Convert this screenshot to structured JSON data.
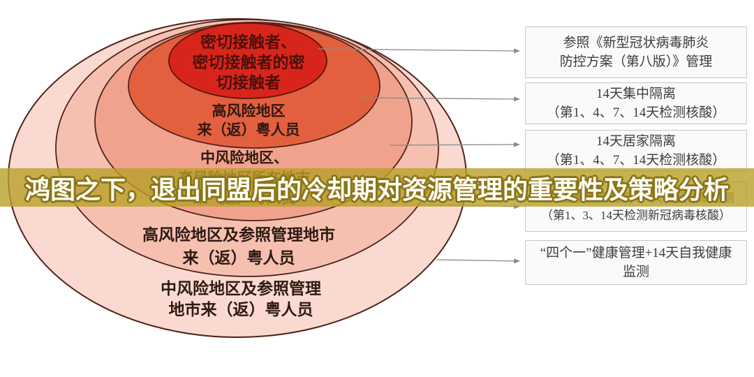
{
  "title": {
    "text": "鸿图之下，退出同盟后的冷却期对资源管理的重要性及策略分析"
  },
  "diagram": {
    "rings": [
      {
        "name": "close-contacts",
        "fill": "#d8251c",
        "lines": [
          "密切接触者、",
          "密切接触者的密",
          "切接触者"
        ]
      },
      {
        "name": "high-risk-area",
        "fill": "#e3603f",
        "lines": [
          "高风险地区",
          "来（返）粤人员"
        ]
      },
      {
        "name": "medium-risk-area",
        "fill": "#f0a28d",
        "lines": [
          "中风险地区、",
          "高风险地区所在地市",
          "来（返）粤人员"
        ]
      },
      {
        "name": "high-risk-city",
        "fill": "#f6c0b0",
        "lines": [
          "高风险地区及参照管理地市",
          "来（返）粤人员"
        ]
      },
      {
        "name": "medium-risk-city",
        "fill": "#fad9d0",
        "lines": [
          "中风险地区及参照管理",
          "地市来（返）粤人员"
        ]
      }
    ],
    "boxes": [
      {
        "lines": [
          "参照《新型冠状病毒肺炎",
          "防控方案（第八版）》管理"
        ]
      },
      {
        "lines": [
          "14天集中隔离",
          "（第1、4、7、14天检测核酸）"
        ]
      },
      {
        "lines": [
          "14天居家隔离",
          "（第1、4、7、14天检测核酸）"
        ]
      },
      {
        "lines": [
          "14天居家健康监测+14天自我健康监测",
          "（第1、3、14天检测新冠病毒核酸）"
        ]
      },
      {
        "lines": [
          "“四个一”健康管理+14天自我健康",
          "监测"
        ]
      }
    ]
  },
  "colors": {
    "banner_bg": "rgba(185,160,40,0.80)",
    "title_fill": "#fffef5",
    "title_outline": "#8a7518",
    "ring_stroke": "#4f221a",
    "connector": "#8a8a8a",
    "box_bg": "#fbfaf8",
    "box_border": "#c4c4c4",
    "box_text": "#3c3c3c"
  }
}
